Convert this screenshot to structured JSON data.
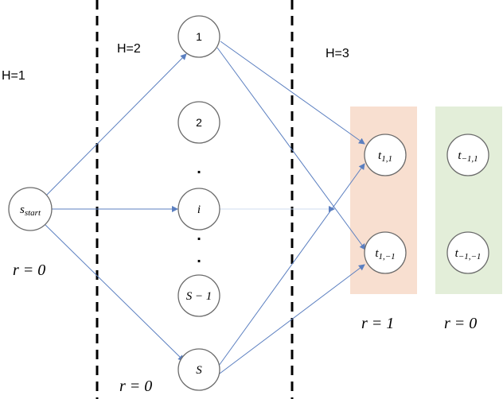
{
  "layers": {
    "h1": "H=1",
    "h2": "H=2",
    "h3": "H=3"
  },
  "nodes": {
    "start": {
      "base": "s",
      "sub": "start"
    },
    "n1": "1",
    "n2": "2",
    "ni": "i",
    "nsm1": "S − 1",
    "ns": "S",
    "t11": {
      "base": "t",
      "sub": "1,1"
    },
    "t1m1": {
      "base": "t",
      "sub": "1,−1"
    },
    "tm11": {
      "base": "t",
      "sub": "−1,1"
    },
    "tm1m1": {
      "base": "t",
      "sub": "−1,−1"
    }
  },
  "ellipsis": {
    "dot": "."
  },
  "rewards": {
    "start": "r = 0",
    "middle": "r = 0",
    "positive": "r = 1",
    "negative": "r = 0"
  },
  "colors": {
    "edge": "#5b7fc0",
    "node_stroke": "#6b6b6b",
    "positive_panel": "#f8dfd0",
    "negative_panel": "#e3eed9",
    "divider": "#000000"
  }
}
